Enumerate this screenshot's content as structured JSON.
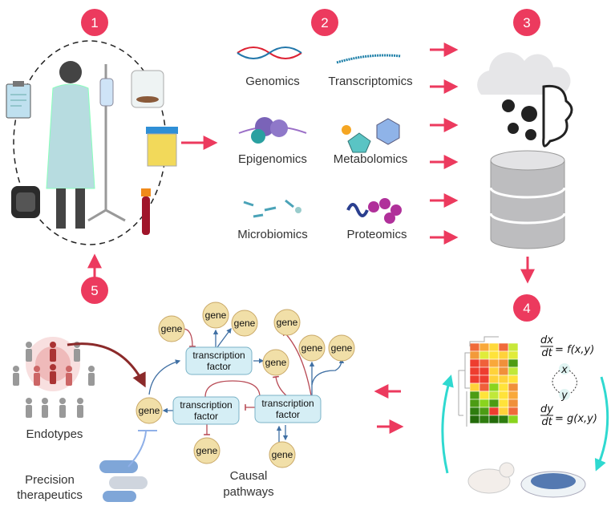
{
  "colors": {
    "accent": "#ec3a5e",
    "gene_fill": "#f1dfa8",
    "gene_stroke": "#c9a867",
    "tf_fill": "#d5eef5",
    "tf_stroke": "#7bb3c7",
    "activate": "#3f6fa3",
    "inhibit": "#b84a55",
    "cycle": "#2fd9d0"
  },
  "steps": [
    "1",
    "2",
    "3",
    "4",
    "5"
  ],
  "omics": {
    "genomics": "Genomics",
    "transcriptomics": "Transcriptomics",
    "epigenomics": "Epigenomics",
    "metabolomics": "Metabolomics",
    "microbiomics": "Microbiomics",
    "proteomics": "Proteomics"
  },
  "network": {
    "gene": "gene",
    "tf_line1": "transcription",
    "tf_line2": "factor"
  },
  "labels": {
    "endotypes": "Endotypes",
    "precision_1": "Precision",
    "precision_2": "therapeutics",
    "causal_1": "Causal",
    "causal_2": "pathways"
  },
  "model": {
    "eq1_num": "dx",
    "eq1_den": "dt",
    "eq1_rhs": "= f(x,y)",
    "eq2_num": "dy",
    "eq2_den": "dt",
    "eq2_rhs": "= g(x,y)",
    "x": "x",
    "y": "y"
  },
  "heatmap": [
    [
      "#f06a3a",
      "#f9a83a",
      "#ffd93a",
      "#f06a3a",
      "#c8e83a"
    ],
    [
      "#f39a3a",
      "#e0ec3a",
      "#ffe33a",
      "#ffd23a",
      "#e0ec3a"
    ],
    [
      "#ee3d2f",
      "#f0603a",
      "#f9a83a",
      "#f0903a",
      "#4c9c14"
    ],
    [
      "#ee3d2f",
      "#ee3d2f",
      "#ffd23a",
      "#f0903a",
      "#c0e83a"
    ],
    [
      "#ee3d2f",
      "#ee3d2f",
      "#ffd23a",
      "#ffd23a",
      "#ffe33a"
    ],
    [
      "#ffd23a",
      "#f0603a",
      "#8ad41e",
      "#ffe33a",
      "#f0903a"
    ],
    [
      "#4c9c14",
      "#ffe33a",
      "#c0e83a",
      "#ffe33a",
      "#f9a83a"
    ],
    [
      "#4c9c14",
      "#8ad41e",
      "#4c9c14",
      "#ffe33a",
      "#f0903a"
    ],
    [
      "#2e7d0f",
      "#4c9c14",
      "#ee3d2f",
      "#ffd23a",
      "#f06a3a"
    ],
    [
      "#236b0a",
      "#2e7d0f",
      "#236b0a",
      "#2e7d0f",
      "#8ad41e"
    ]
  ]
}
